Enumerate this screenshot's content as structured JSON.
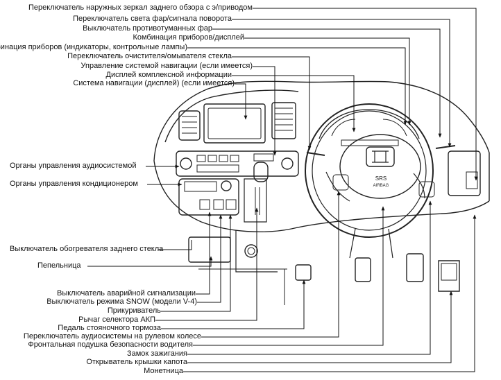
{
  "top_labels": [
    "Переключатель наружных зеркал заднего обзора с э/приводом",
    "Переключатель света фар/сигнала поворота",
    "Выключатель противотуманных фар",
    "Комбинация приборов/дисплей",
    "Комбинация приборов (индикаторы, контрольные лампы)",
    "Переключатель очистителя/омывателя стекла",
    "Управление системой навигации (если имеется)",
    "Дисплей комплексной информации",
    "Система навигации (дисплей) (если имеется)"
  ],
  "left_labels": [
    "Органы управления аудиосистемой",
    "Органы управления кондиционером",
    "Выключатель обогревателя заднего стекла",
    "Пепельница"
  ],
  "bottom_labels": [
    "Выключатель аварийной сигнализации",
    "Выключатель режима SNOW (модели V-4)",
    "Прикуриватель",
    "Рычаг селектора АКП",
    "Педаль стояночного тормоза",
    "Переключатель аудиосистемы на рулевом колесе",
    "Фронтальная подушка безопасности водителя",
    "Замок зажигания",
    "Открыватель крышки капота",
    "Монетница"
  ],
  "airbag_text": {
    "line1": "SRS",
    "line2": "AIRBAG"
  }
}
